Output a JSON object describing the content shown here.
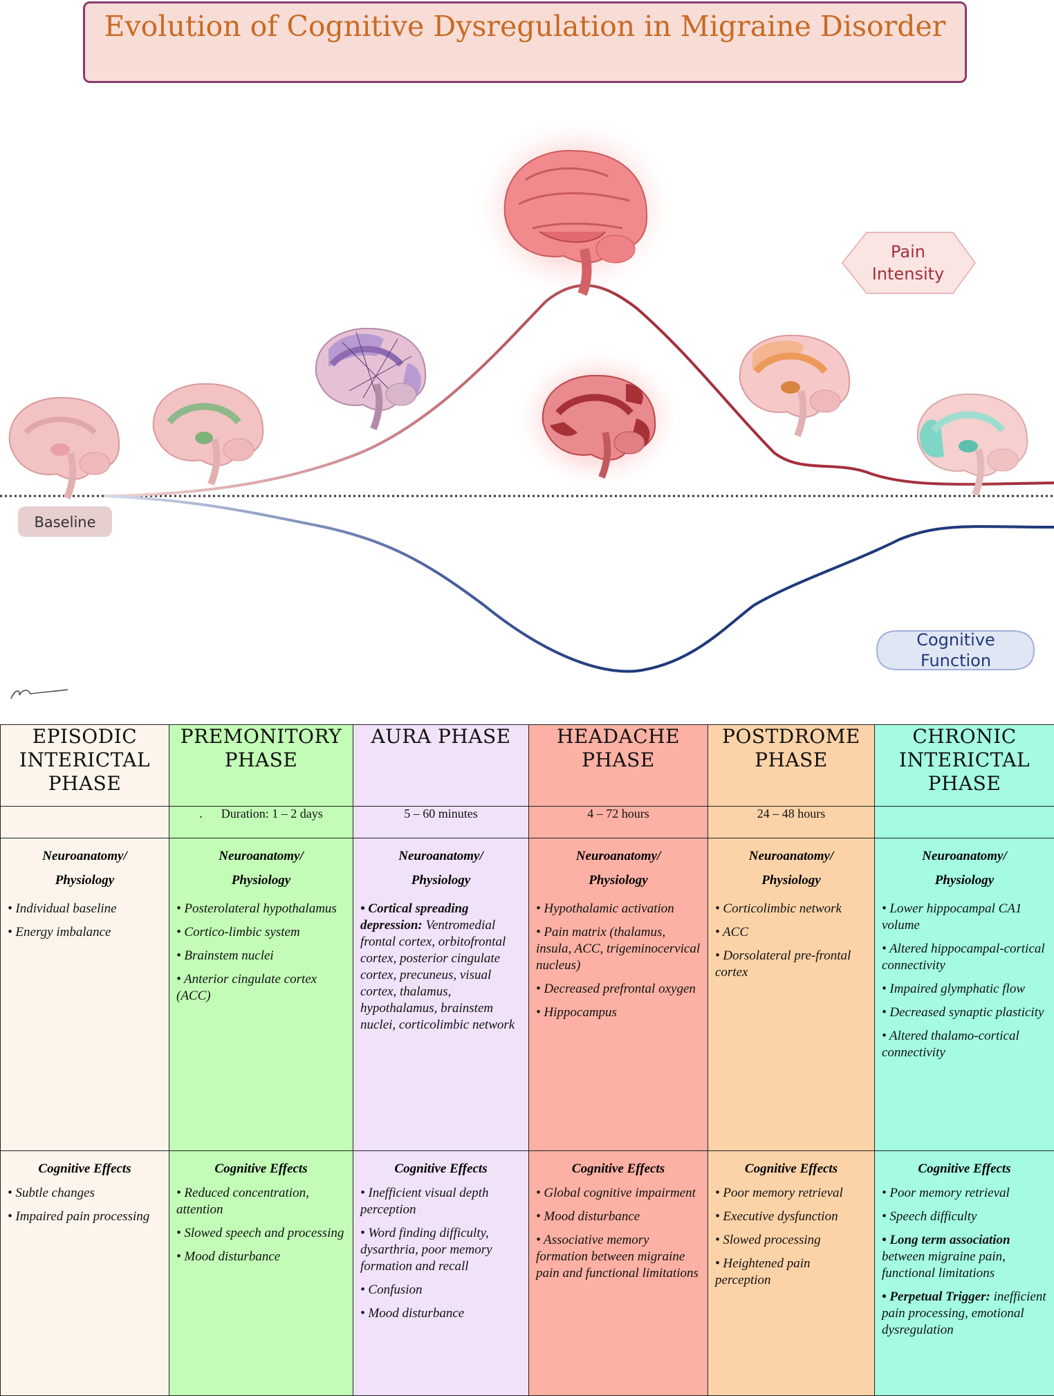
{
  "title": "Evolution of Cognitive Dysregulation in Migraine Disorder",
  "labels": {
    "pain": [
      "Pain",
      "Intensity"
    ],
    "cognitive": [
      "Cognitive",
      "Function"
    ],
    "baseline": "Baseline"
  },
  "colors": {
    "pain_curve": "#a4303c",
    "cognitive_curve": "#1f3a7a",
    "title_text": "#c86a22",
    "title_border": "#8a3b74"
  },
  "phases": [
    {
      "name": [
        "EPISODIC",
        "INTERICTAL",
        "PHASE"
      ],
      "duration": "",
      "neuro_title": [
        "Neuroanatomy/",
        "Physiology"
      ],
      "neuro": [
        [
          {
            "t": "• Individual baseline"
          }
        ],
        [
          {
            "t": "• Energy imbalance"
          }
        ]
      ],
      "cog_title": "Cognitive Effects",
      "cog": [
        [
          {
            "t": "• Subtle changes"
          }
        ],
        [
          {
            "t": "• Impaired pain processing"
          }
        ]
      ]
    },
    {
      "name": [
        "PREMONITORY",
        "PHASE"
      ],
      "duration": ".      Duration: 1 – 2 days",
      "neuro_title": [
        "Neuroanatomy/",
        "Physiology"
      ],
      "neuro": [
        [
          {
            "t": "• Posterolateral hypothalamus"
          }
        ],
        [
          {
            "t": "• Cortico-limbic system"
          }
        ],
        [
          {
            "t": "• Brainstem nuclei"
          }
        ],
        [
          {
            "t": "• Anterior cingulate cortex (ACC)"
          }
        ]
      ],
      "cog_title": "Cognitive Effects",
      "cog": [
        [
          {
            "t": "• Reduced concentration, attention"
          }
        ],
        [
          {
            "t": "• Slowed speech and processing"
          }
        ],
        [
          {
            "t": "• Mood disturbance"
          }
        ]
      ]
    },
    {
      "name": [
        "AURA PHASE"
      ],
      "duration": "5 – 60 minutes",
      "neuro_title": [
        "Neuroanatomy/",
        "Physiology"
      ],
      "neuro": [
        [
          {
            "t": "• Cortical spreading depression:",
            "b": true
          },
          {
            "t": " Ventromedial frontal cortex, orbitofrontal cortex, posterior cingulate cortex, precuneus, visual cortex, thalamus, hypothalamus, brainstem nuclei, corticolimbic network"
          }
        ]
      ],
      "cog_title": "Cognitive Effects",
      "cog": [
        [
          {
            "t": "• Inefficient visual depth perception"
          }
        ],
        [
          {
            "t": "• Word finding difficulty, dysarthria, poor memory formation and recall"
          }
        ],
        [
          {
            "t": "• Confusion"
          }
        ],
        [
          {
            "t": "• Mood disturbance"
          }
        ]
      ]
    },
    {
      "name": [
        "HEADACHE",
        "PHASE"
      ],
      "duration": "4 – 72 hours",
      "neuro_title": [
        "Neuroanatomy/",
        "Physiology"
      ],
      "neuro": [
        [
          {
            "t": "• Hypothalamic activation"
          }
        ],
        [
          {
            "t": "• Pain matrix (thalamus, insula, ACC, trigeminocervical nucleus)"
          }
        ],
        [
          {
            "t": "• Decreased prefrontal oxygen"
          }
        ],
        [
          {
            "t": "• Hippocampus"
          }
        ]
      ],
      "cog_title": "Cognitive Effects",
      "cog": [
        [
          {
            "t": "• Global cognitive impairment"
          }
        ],
        [
          {
            "t": "• Mood disturbance"
          }
        ],
        [
          {
            "t": "• Associative memory formation between migraine pain and functional limitations"
          }
        ]
      ]
    },
    {
      "name": [
        "POSTDROME",
        "PHASE"
      ],
      "duration": "24 – 48 hours",
      "neuro_title": [
        "Neuroanatomy/",
        "Physiology"
      ],
      "neuro": [
        [
          {
            "t": "• Corticolimbic network"
          }
        ],
        [
          {
            "t": "• ACC"
          }
        ],
        [
          {
            "t": "• Dorsolateral pre-frontal cortex"
          }
        ]
      ],
      "cog_title": "Cognitive Effects",
      "cog": [
        [
          {
            "t": "• Poor memory retrieval"
          }
        ],
        [
          {
            "t": "• Executive dysfunction"
          }
        ],
        [
          {
            "t": "• Slowed processing"
          }
        ],
        [
          {
            "t": "• Heightened pain perception"
          }
        ]
      ]
    },
    {
      "name": [
        "CHRONIC",
        "INTERICTAL",
        "PHASE"
      ],
      "duration": "",
      "neuro_title": [
        "Neuroanatomy/",
        "Physiology"
      ],
      "neuro": [
        [
          {
            "t": "• Lower hippocampal CA1 volume"
          }
        ],
        [
          {
            "t": "• Altered hippocampal-cortical connectivity"
          }
        ],
        [
          {
            "t": "• Impaired glymphatic flow"
          }
        ],
        [
          {
            "t": "• Decreased synaptic plasticity"
          }
        ],
        [
          {
            "t": "• Altered thalamo-cortical connectivity"
          }
        ]
      ],
      "cog_title": "Cognitive Effects",
      "cog": [
        [
          {
            "t": "• Poor memory retrieval"
          }
        ],
        [
          {
            "t": "• Speech difficulty"
          }
        ],
        [
          {
            "t": "• Long term association",
            "b": true
          },
          {
            "t": " between migraine pain, functional limitations"
          }
        ],
        [
          {
            "t": "• Perpetual Trigger:",
            "b": true
          },
          {
            "t": " inefficient pain processing, emotional dysregulation"
          }
        ]
      ]
    }
  ]
}
